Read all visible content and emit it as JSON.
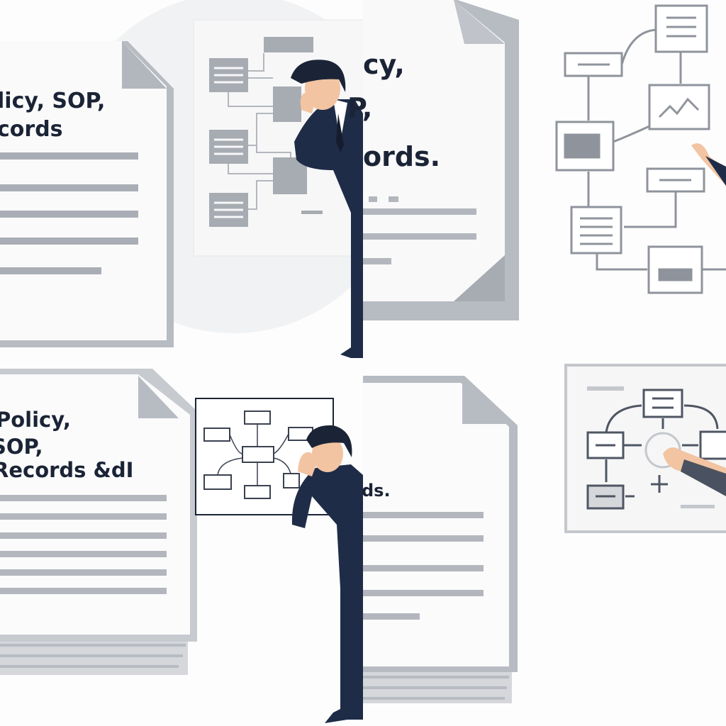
{
  "panels": {
    "top_left": {
      "lines": [
        "licy, SOP,",
        "cords"
      ]
    },
    "top_middle": {
      "lines": [
        "cy,",
        "P,",
        "ords."
      ]
    },
    "bottom_left": {
      "lines": [
        "Policy,",
        "SOP,",
        "Records &dI"
      ]
    },
    "bottom_middle": {
      "lines": [
        "ds."
      ]
    }
  },
  "colors": {
    "ink": "#1b2436",
    "suit": "#1f2c47",
    "gray_line": "#a9adb5",
    "gray_box": "#8f949c",
    "skin": "#f2c4a2"
  }
}
